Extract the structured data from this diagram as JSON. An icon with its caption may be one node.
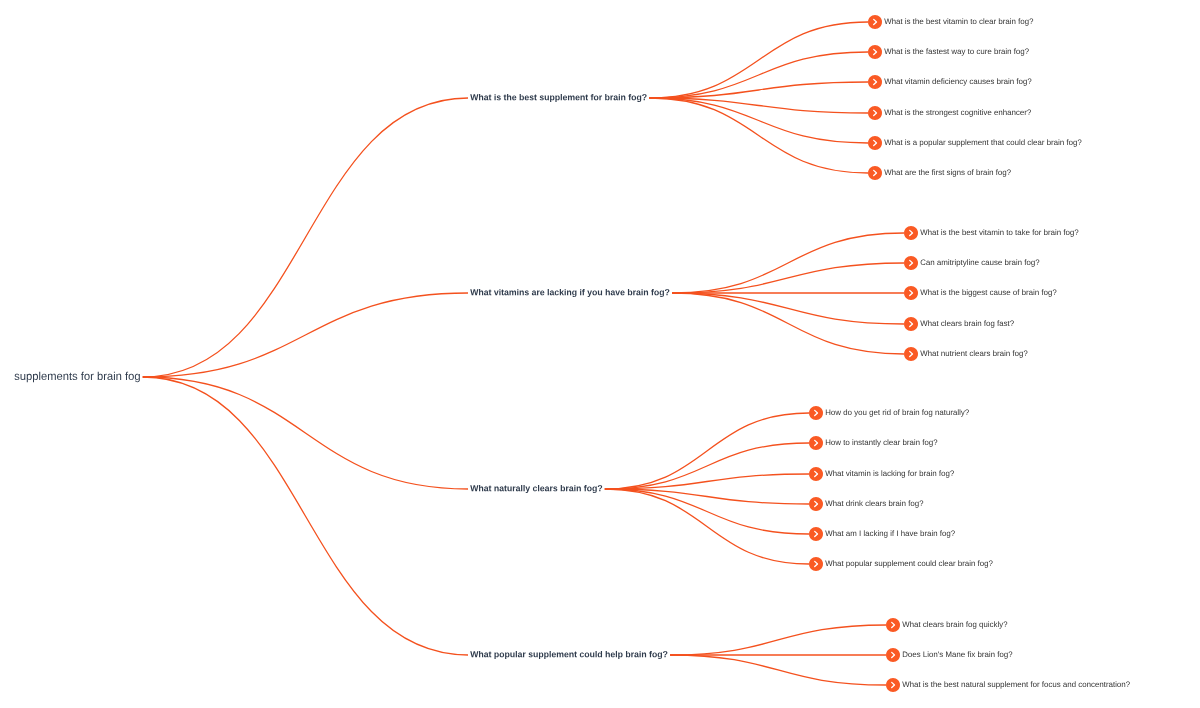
{
  "diagram": {
    "nodes": [
      {
        "text": [
          "supplements for brain fog"
        ]
      },
      {
        "text": [
          "What is the best supplement for brain fog?"
        ]
      },
      {
        "text": [
          "What is the best vitamin to clear brain fog?"
        ]
      },
      {
        "text": [
          "What is the fastest way to cure brain fog?"
        ]
      },
      {
        "text": [
          "What vitamin deficiency causes brain fog?"
        ]
      },
      {
        "text": [
          "What is the strongest cognitive enhancer?"
        ]
      },
      {
        "text": [
          "What is a popular supplement that could clear brain fog?"
        ]
      },
      {
        "text": [
          "What are the first signs of brain fog?"
        ]
      },
      {
        "text": [
          "What vitamins are lacking if you have brain fog?"
        ]
      },
      {
        "text": [
          "What is the best vitamin to take for brain fog?"
        ]
      },
      {
        "text": [
          "Can amitriptyline cause brain fog?"
        ]
      },
      {
        "text": [
          "What is the biggest cause of brain fog?"
        ]
      },
      {
        "text": [
          "What clears brain fog fast?"
        ]
      },
      {
        "text": [
          "What nutrient clears brain fog?"
        ]
      },
      {
        "text": [
          "What naturally clears brain fog?"
        ]
      },
      {
        "text": [
          "How do you get rid of brain fog naturally?"
        ]
      },
      {
        "text": [
          "How to instantly clear brain fog?"
        ]
      },
      {
        "text": [
          "What vitamin is lacking for brain fog?"
        ]
      },
      {
        "text": [
          "What drink clears brain fog?"
        ]
      },
      {
        "text": [
          "What am I lacking if I have brain fog?"
        ]
      },
      {
        "text": [
          "What popular supplement could clear brain fog?"
        ]
      },
      {
        "text": [
          "What popular supplement could help brain fog?"
        ]
      },
      {
        "text": [
          "What clears brain fog quickly?"
        ]
      },
      {
        "text": [
          "Does Lion's Mane fix brain fog?"
        ]
      },
      {
        "text": [
          "What is the best natural supplement for focus and concentration?"
        ]
      }
    ],
    "edges": [
      {
        "from": 0,
        "to": 1,
        "arrow": "none"
      },
      {
        "from": 0,
        "to": 8,
        "arrow": "none"
      },
      {
        "from": 0,
        "to": 14,
        "arrow": "none"
      },
      {
        "from": 0,
        "to": 21,
        "arrow": "none"
      },
      {
        "from": 1,
        "to": 2,
        "arrow": "none"
      },
      {
        "from": 1,
        "to": 3,
        "arrow": "none"
      },
      {
        "from": 1,
        "to": 4,
        "arrow": "none"
      },
      {
        "from": 1,
        "to": 5,
        "arrow": "none"
      },
      {
        "from": 1,
        "to": 6,
        "arrow": "none"
      },
      {
        "from": 1,
        "to": 7,
        "arrow": "none"
      },
      {
        "from": 8,
        "to": 9,
        "arrow": "none"
      },
      {
        "from": 8,
        "to": 10,
        "arrow": "none"
      },
      {
        "from": 8,
        "to": 11,
        "arrow": "none"
      },
      {
        "from": 8,
        "to": 12,
        "arrow": "none"
      },
      {
        "from": 8,
        "to": 13,
        "arrow": "none"
      },
      {
        "from": 14,
        "to": 15,
        "arrow": "none"
      },
      {
        "from": 14,
        "to": 16,
        "arrow": "none"
      },
      {
        "from": 14,
        "to": 17,
        "arrow": "none"
      },
      {
        "from": 14,
        "to": 18,
        "arrow": "none"
      },
      {
        "from": 14,
        "to": 19,
        "arrow": "none"
      },
      {
        "from": 14,
        "to": 20,
        "arrow": "none"
      },
      {
        "from": 21,
        "to": 22,
        "arrow": "none"
      },
      {
        "from": 21,
        "to": 23,
        "arrow": "none"
      },
      {
        "from": 21,
        "to": 24,
        "arrow": "none"
      }
    ]
  }
}
